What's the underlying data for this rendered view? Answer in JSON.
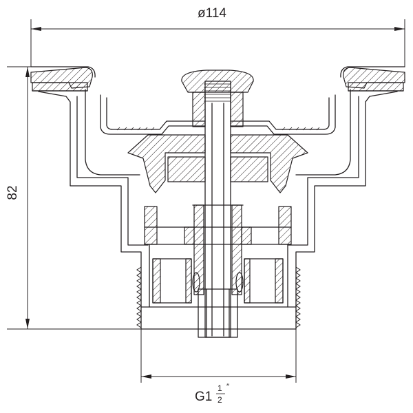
{
  "dimensions": {
    "diameter": {
      "symbol": "ø",
      "value": "114"
    },
    "height": {
      "value": "82"
    },
    "thread": {
      "prefix": "G1",
      "fraction_numerator": "1",
      "fraction_denominator": "2",
      "unit_mark": "″"
    }
  }
}
